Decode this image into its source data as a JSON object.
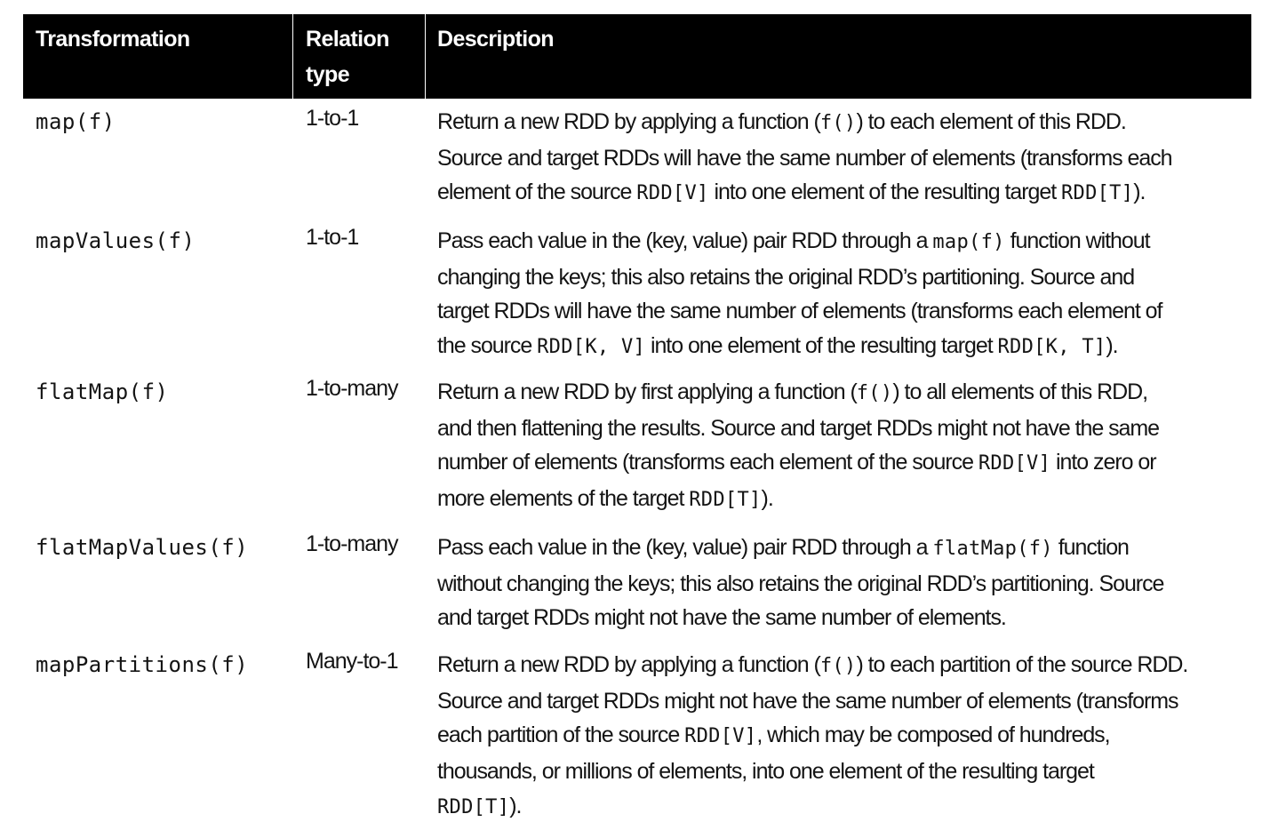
{
  "table": {
    "headers": {
      "transformation": "Transformation",
      "relation_type_line1": "Relation",
      "relation_type_line2": "type",
      "description": "Description"
    },
    "rows": [
      {
        "transformation": "map(f)",
        "relation": "1-to-1",
        "description_lines": [
          [
            "Return a new RDD by applying a function (",
            "f()",
            ") to each element of this RDD."
          ],
          [
            "Source and target RDDs will have the same number of elements (transforms each"
          ],
          [
            "element of the source ",
            "RDD[V]",
            " into one element of the resulting target ",
            "RDD[T]",
            ")."
          ]
        ]
      },
      {
        "transformation": "mapValues(f)",
        "relation": "1-to-1",
        "description_lines": [
          [
            "Pass each value in the (key, value) pair RDD through a ",
            "map(f)",
            " function without"
          ],
          [
            "changing the keys; this also retains the original RDD’s partitioning. Source and"
          ],
          [
            "target RDDs will have the same number of elements (transforms each element of"
          ],
          [
            "the source ",
            "RDD[K, V]",
            " into one element of the resulting target ",
            "RDD[K, T]",
            ")."
          ]
        ]
      },
      {
        "transformation": "flatMap(f)",
        "relation": "1-to-many",
        "description_lines": [
          [
            "Return a new RDD by first applying a function (",
            "f()",
            ") to all elements of this RDD,"
          ],
          [
            "and then flattening the results. Source and target RDDs might not have the same"
          ],
          [
            "number of elements (transforms each element of the source ",
            "RDD[V]",
            " into zero or"
          ],
          [
            "more elements of the target ",
            "RDD[T]",
            ")."
          ]
        ]
      },
      {
        "transformation": "flatMapValues(f)",
        "relation": "1-to-many",
        "description_lines": [
          [
            "Pass each value in the (key, value) pair RDD through a ",
            "flatMap(f)",
            " function"
          ],
          [
            "without changing the keys; this also retains the original RDD’s partitioning. Source"
          ],
          [
            "and target RDDs might not have the same number of elements."
          ]
        ]
      },
      {
        "transformation": "mapPartitions(f)",
        "relation": "Many-to-1",
        "description_lines": [
          [
            "Return a new RDD by applying a function (",
            "f()",
            ") to each partition of the source RDD."
          ],
          [
            "Source and target RDDs might not have the same number of elements (transforms"
          ],
          [
            "each partition of the source ",
            "RDD[V]",
            ", which may be composed of hundreds,"
          ],
          [
            "thousands, or millions of elements, into one element of the resulting target"
          ],
          [
            "",
            "RDD[T]",
            ")."
          ]
        ]
      }
    ]
  }
}
